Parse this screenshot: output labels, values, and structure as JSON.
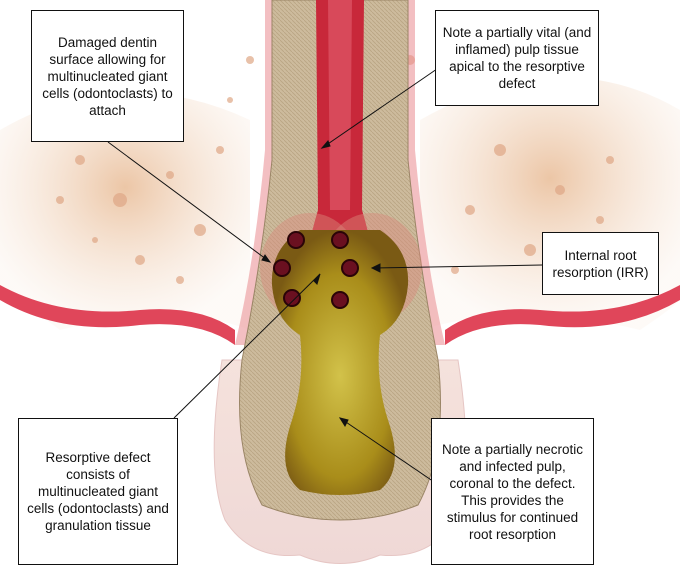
{
  "callouts": {
    "dentin": "Damaged dentin surface allowing for multinucleated giant cells (odontoclasts) to attach",
    "vital_pulp": "Note a partially vital (and inflamed) pulp tissue apical to the resorptive defect",
    "irr": "Internal root resorption (IRR)",
    "defect": "Resorptive defect consists of multinucleated giant cells (odontoclasts) and granulation tissue",
    "necrotic": "Note a partially necrotic and infected pulp, coronal to the defect. This provides the stimulus for continued root resorption"
  },
  "colors": {
    "bone": "#f2d2b8",
    "gingiva": "#e0465a",
    "dentin": "#c9b79a",
    "enamel": "#f3e4e0",
    "pulp_vital": "#c8283a",
    "pulp_necrotic": "#b59a1c",
    "odontoclast": "#6a1020"
  }
}
